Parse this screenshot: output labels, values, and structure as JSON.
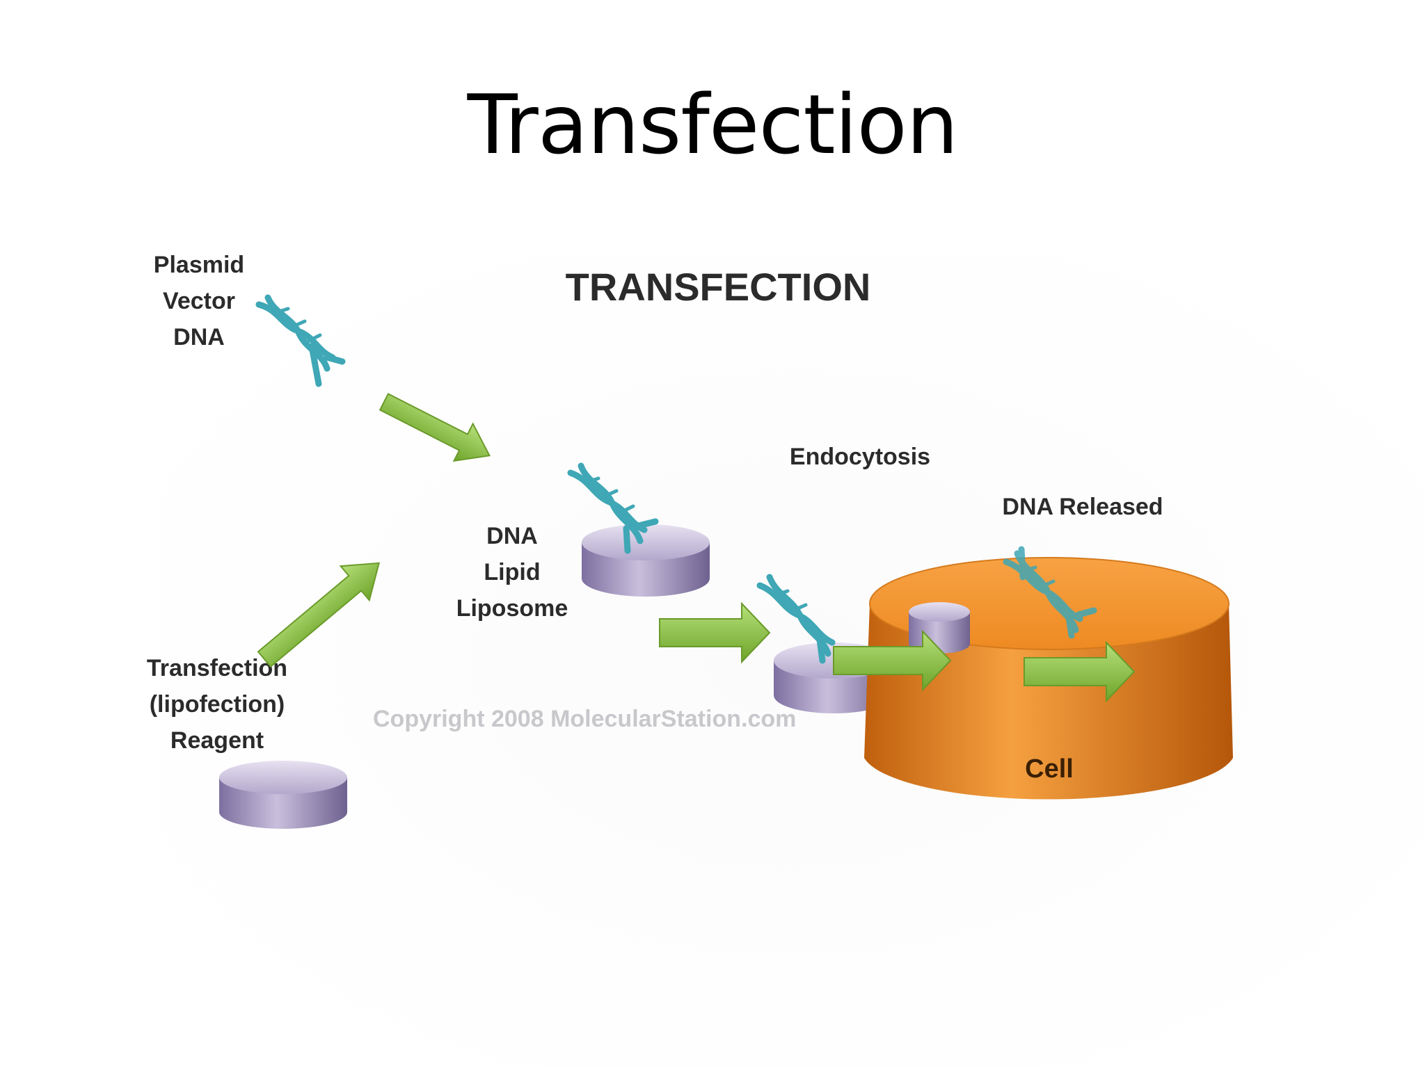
{
  "slide": {
    "title": "Transfection"
  },
  "figure": {
    "heading": "TRANSFECTION",
    "labels": {
      "plasmid": [
        "Plasmid",
        "Vector",
        "DNA"
      ],
      "reagent": [
        "Transfection",
        "(lipofection)",
        "Reagent"
      ],
      "liposome": [
        "DNA",
        "Lipid",
        "Liposome"
      ],
      "endocytosis": "Endocytosis",
      "dna_released": "DNA Released",
      "cell": "Cell"
    },
    "watermark": "Copyright 2008 MolecularStation.com"
  },
  "colors": {
    "dna": "#3fa7b5",
    "lipid": "#a99bc4",
    "arrow": "#8cc63f",
    "cell": "#f0902a"
  }
}
